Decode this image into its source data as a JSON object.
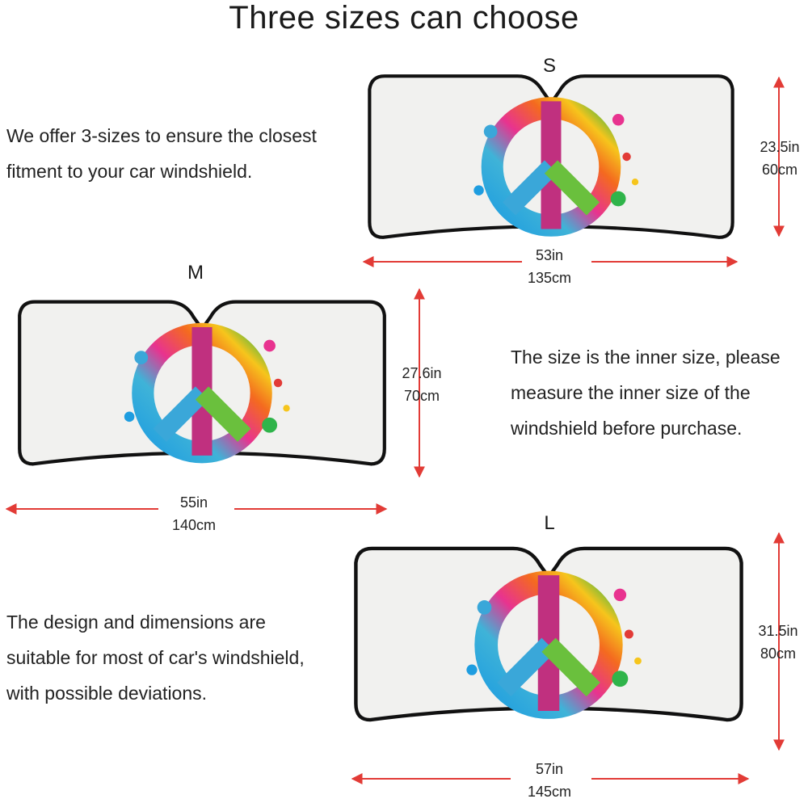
{
  "title": "Three sizes can choose",
  "descriptions": {
    "top": [
      "We offer 3-sizes to ensure the closest",
      "fitment to your car windshield."
    ],
    "middle": [
      "The size is the inner size, please",
      "measure the inner size of the",
      "windshield before purchase."
    ],
    "bottom": [
      "The design and dimensions are",
      "suitable for most of car's windshield,",
      "with possible deviations."
    ]
  },
  "sizes": {
    "s": {
      "label": "S",
      "width_in": "53in",
      "width_cm": "135cm",
      "height_in": "23.5in",
      "height_cm": "60cm"
    },
    "m": {
      "label": "M",
      "width_in": "55in",
      "width_cm": "140cm",
      "height_in": "27.6in",
      "height_cm": "70cm"
    },
    "l": {
      "label": "L",
      "width_in": "57in",
      "width_cm": "145cm",
      "height_in": "31.5in",
      "height_cm": "80cm"
    }
  },
  "colors": {
    "arrow": "#e23b36",
    "shade_border": "#111111",
    "shade_bg": "#f1f1ef"
  }
}
